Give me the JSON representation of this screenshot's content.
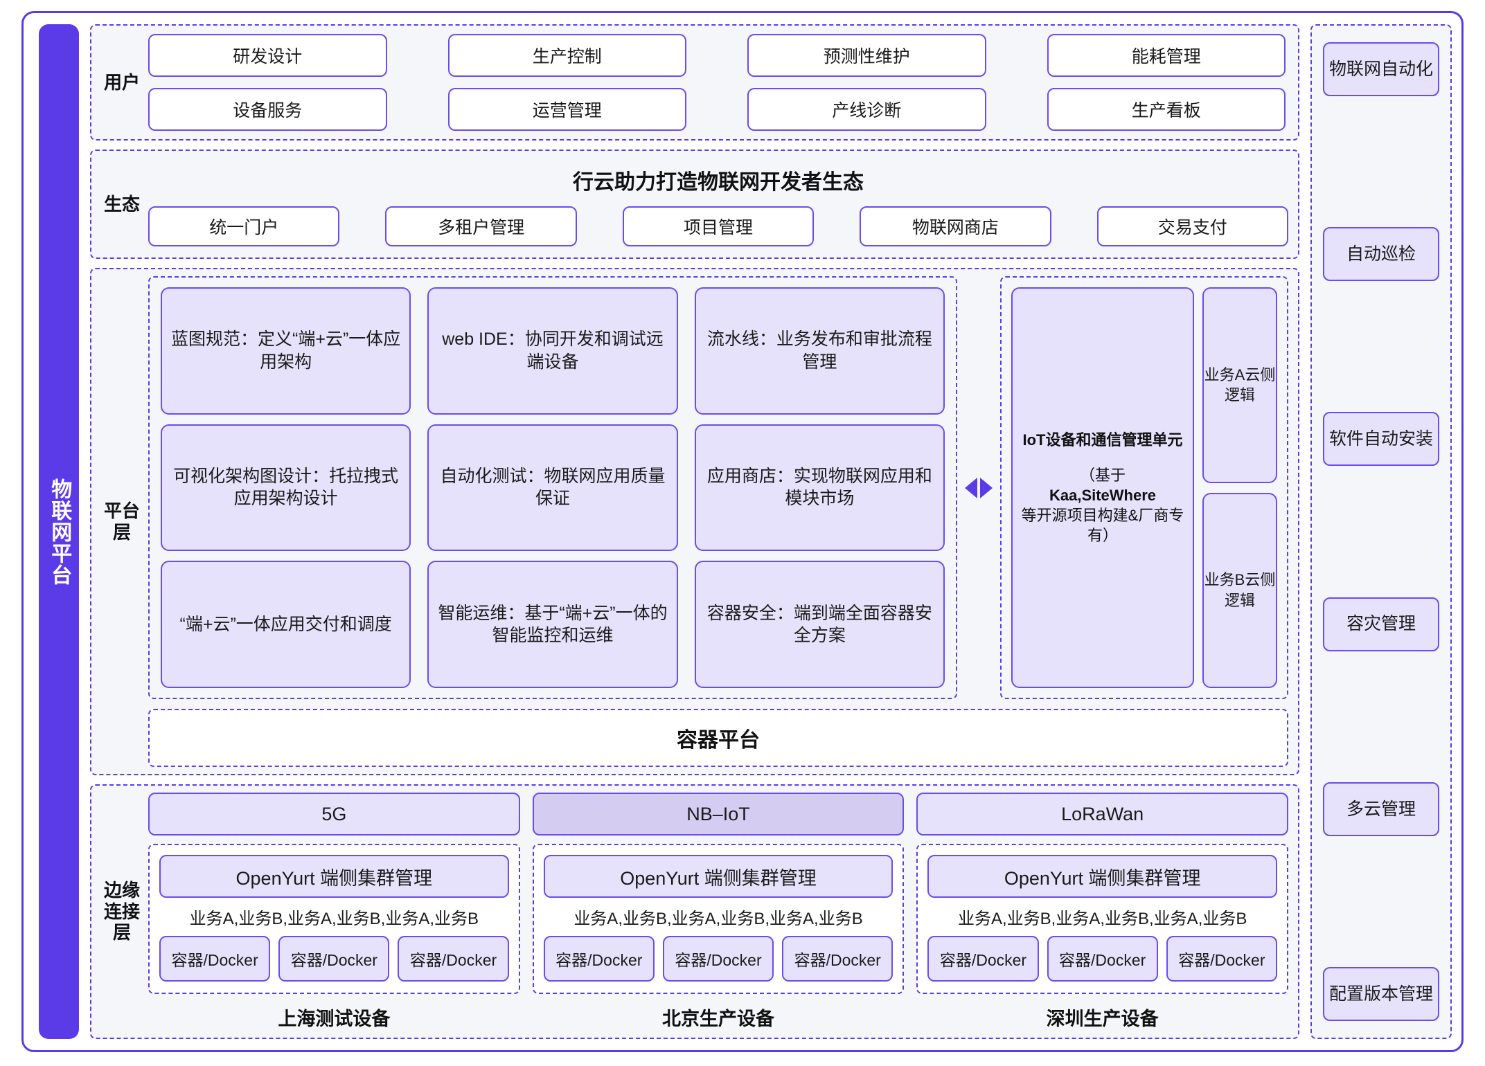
{
  "brand": {
    "rail_label": "物联网平台"
  },
  "layers": {
    "user": {
      "label": "用户",
      "items": [
        "研发设计",
        "生产控制",
        "预测性维护",
        "能耗管理",
        "设备服务",
        "运营管理",
        "产线诊断",
        "生产看板"
      ]
    },
    "ecosystem": {
      "label": "生态",
      "title": "行云助力打造物联网开发者生态",
      "items": [
        "统一门户",
        "多租户管理",
        "项目管理",
        "物联网商店",
        "交易支付"
      ]
    },
    "platform": {
      "label": "平台层",
      "cells": [
        "蓝图规范：定义“端+云”一体应用架构",
        "web IDE：协同开发和调试远端设备",
        "流水线：业务发布和审批流程管理",
        "可视化架构图设计：托拉拽式应用架构设计",
        "自动化测试：物联网应用质量保证",
        "应用商店：实现物联网应用和模块市场",
        "“端+云”一体应用交付和调度",
        "智能运维：基于“端+云”一体的智能监控和运维",
        "容器安全：端到端全面容器安全方案"
      ],
      "iot_unit": {
        "heading": "IoT设备和通信管理单元",
        "note_prefix": "（基于",
        "note_bold": "Kaa,SiteWhere",
        "note_suffix": "等开源项目构建&厂商专有）"
      },
      "biz_boxes": [
        "业务A云侧逻辑",
        "业务B云侧逻辑"
      ],
      "container_platform": "容器平台",
      "arrow": "double-arrow"
    },
    "edge": {
      "label": "边缘连接层",
      "columns": [
        {
          "network": "5G",
          "network_highlight": false,
          "cluster": "OpenYurt 端侧集群管理",
          "services": "业务A,业务B,业务A,业务B,业务A,业务B",
          "containers": [
            "容器/Docker",
            "容器/Docker",
            "容器/Docker"
          ],
          "caption": "上海测试设备"
        },
        {
          "network": "NB–IoT",
          "network_highlight": true,
          "cluster": "OpenYurt 端侧集群管理",
          "services": "业务A,业务B,业务A,业务B,业务A,业务B",
          "containers": [
            "容器/Docker",
            "容器/Docker",
            "容器/Docker"
          ],
          "caption": "北京生产设备"
        },
        {
          "network": "LoRaWan",
          "network_highlight": false,
          "cluster": "OpenYurt 端侧集群管理",
          "services": "业务A,业务B,业务A,业务B,业务A,业务B",
          "containers": [
            "容器/Docker",
            "容器/Docker",
            "容器/Docker"
          ],
          "caption": "深圳生产设备"
        }
      ]
    }
  },
  "ops_rail": {
    "items": [
      "物联网自动化",
      "自动巡检",
      "软件自动安装",
      "容灾管理",
      "多云管理",
      "配置版本管理"
    ]
  },
  "colors": {
    "accent": "#5B3BE8",
    "box_border": "#6C4BEF",
    "lavender_fill": "#E7E2FB",
    "lavender_strong": "#D5CCF2",
    "band_bg": "#F5F6FA",
    "text": "#1a1a1a"
  }
}
